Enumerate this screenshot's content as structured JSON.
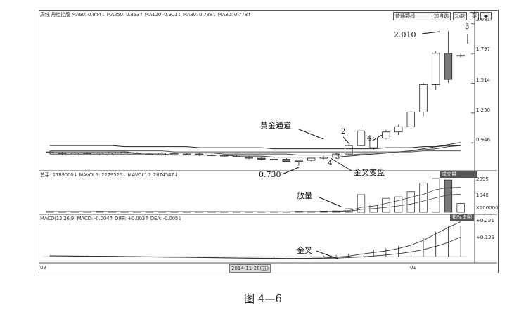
{
  "caption": "图 4—6",
  "toolbar": {
    "period_select": "普通颗线",
    "btn_overlay": "加自选",
    "btn_func": "功能",
    "btn_menu": "菜"
  },
  "price_panel": {
    "header": "周线 丹桂控股 MA60: 0.844↓ MA250: 0.853↑ MA120: 0.901↓ MA80: 0.788↓ MA30: 0.778↑",
    "y_ticks": [
      "2.081",
      "1.797",
      "1.514",
      "1.230",
      "0.946"
    ]
  },
  "volume_panel": {
    "header": "总手: 1789000↓ MAVOL5: 2279526↓ MAVOL10: 2874547↓",
    "tab": "成交量",
    "y_ticks": [
      "2095",
      "1048"
    ],
    "unit": "X100000"
  },
  "macd_panel": {
    "header": "MACD(12,26,9) MACD: -0.004↑ DIFF: +0.002↑ DEA: -0.005↓",
    "tab": "指标说明",
    "y_ticks": [
      "+0.221",
      "+0.129"
    ]
  },
  "x_axis": {
    "left_label": "09",
    "date_label": "2014-11-28(五)",
    "right_label": "01"
  },
  "annotations": {
    "golden_channel": "黄金通道",
    "low_price": "0.730",
    "golden_cross_turn": "金叉变盘",
    "volume_up": "放量",
    "golden_cross": "金叉",
    "high_price": "2.010",
    "n2": "2",
    "n3": "3",
    "n4a": "4",
    "n4b": "4",
    "n5": "5"
  },
  "colors": {
    "ink": "#222222",
    "candle_fill": "#777777",
    "grid": "#bbbbbb"
  },
  "chart_data": [
    {
      "type": "candlestick",
      "title": "",
      "ylim": [
        0.7,
        2.12
      ],
      "ohlc": [
        [
          0.86,
          0.87,
          0.84,
          0.85
        ],
        [
          0.85,
          0.86,
          0.83,
          0.84
        ],
        [
          0.84,
          0.86,
          0.83,
          0.85
        ],
        [
          0.85,
          0.86,
          0.84,
          0.84
        ],
        [
          0.84,
          0.85,
          0.83,
          0.85
        ],
        [
          0.85,
          0.86,
          0.84,
          0.86
        ],
        [
          0.86,
          0.87,
          0.85,
          0.85
        ],
        [
          0.85,
          0.86,
          0.84,
          0.84
        ],
        [
          0.84,
          0.85,
          0.83,
          0.83
        ],
        [
          0.83,
          0.86,
          0.82,
          0.85
        ],
        [
          0.85,
          0.86,
          0.84,
          0.84
        ],
        [
          0.84,
          0.85,
          0.83,
          0.84
        ],
        [
          0.84,
          0.85,
          0.82,
          0.83
        ],
        [
          0.83,
          0.84,
          0.82,
          0.83
        ],
        [
          0.83,
          0.84,
          0.81,
          0.82
        ],
        [
          0.82,
          0.83,
          0.81,
          0.81
        ],
        [
          0.81,
          0.82,
          0.79,
          0.8
        ],
        [
          0.8,
          0.81,
          0.78,
          0.79
        ],
        [
          0.79,
          0.8,
          0.77,
          0.79
        ],
        [
          0.79,
          0.8,
          0.76,
          0.77
        ],
        [
          0.77,
          0.78,
          0.73,
          0.78
        ],
        [
          0.78,
          0.8,
          0.77,
          0.8
        ],
        [
          0.8,
          0.82,
          0.79,
          0.81
        ],
        [
          0.81,
          0.85,
          0.8,
          0.84
        ],
        [
          0.84,
          0.93,
          0.83,
          0.92
        ],
        [
          0.92,
          1.08,
          0.9,
          1.06
        ],
        [
          0.9,
          1.0,
          0.88,
          0.99
        ],
        [
          0.99,
          1.07,
          0.98,
          1.05
        ],
        [
          1.05,
          1.12,
          1.02,
          1.1
        ],
        [
          1.1,
          1.25,
          1.08,
          1.24
        ],
        [
          1.24,
          1.52,
          1.2,
          1.5
        ],
        [
          1.5,
          1.82,
          1.45,
          1.8
        ],
        [
          1.8,
          2.01,
          1.52,
          1.55
        ],
        [
          1.78,
          1.8,
          1.76,
          1.78
        ]
      ],
      "ma_lines": {
        "MA30": [
          0.84,
          0.84,
          0.84,
          0.84,
          0.84,
          0.84,
          0.84,
          0.84,
          0.84,
          0.84,
          0.83,
          0.83,
          0.83,
          0.83,
          0.83,
          0.82,
          0.82,
          0.82,
          0.81,
          0.81,
          0.81,
          0.81,
          0.81,
          0.81,
          0.82,
          0.83,
          0.84,
          0.85,
          0.86,
          0.87,
          0.89,
          0.91,
          0.93,
          0.95
        ],
        "MA60": [
          0.86,
          0.86,
          0.86,
          0.86,
          0.86,
          0.86,
          0.86,
          0.85,
          0.85,
          0.85,
          0.85,
          0.85,
          0.85,
          0.85,
          0.84,
          0.84,
          0.84,
          0.84,
          0.84,
          0.84,
          0.83,
          0.83,
          0.83,
          0.83,
          0.83,
          0.84,
          0.84,
          0.85,
          0.86,
          0.87,
          0.88,
          0.89,
          0.91,
          0.92
        ],
        "MA120": [
          0.92,
          0.92,
          0.92,
          0.92,
          0.92,
          0.92,
          0.91,
          0.91,
          0.91,
          0.91,
          0.91,
          0.91,
          0.9,
          0.9,
          0.9,
          0.9,
          0.9,
          0.9,
          0.89,
          0.89,
          0.89,
          0.89,
          0.89,
          0.89,
          0.89,
          0.89,
          0.89,
          0.9,
          0.9,
          0.9,
          0.91,
          0.91,
          0.92,
          0.92
        ],
        "MA250": [
          0.87,
          0.87,
          0.87,
          0.87,
          0.87,
          0.87,
          0.87,
          0.87,
          0.87,
          0.87,
          0.86,
          0.86,
          0.86,
          0.86,
          0.86,
          0.86,
          0.86,
          0.86,
          0.86,
          0.86,
          0.86,
          0.86,
          0.86,
          0.86,
          0.86,
          0.86,
          0.86,
          0.86,
          0.86,
          0.86,
          0.87,
          0.87,
          0.87,
          0.87
        ]
      }
    },
    {
      "type": "bar",
      "title": "",
      "unit": "X100000",
      "ylim": [
        0,
        2300
      ],
      "values": [
        60,
        50,
        40,
        40,
        70,
        60,
        50,
        40,
        50,
        40,
        40,
        30,
        40,
        40,
        30,
        40,
        30,
        30,
        40,
        30,
        70,
        60,
        80,
        90,
        240,
        1200,
        500,
        950,
        1050,
        1400,
        2000,
        2300,
        2200,
        600
      ],
      "ma_lines": {
        "MAVOL5": [
          55,
          55,
          55,
          55,
          55,
          55,
          55,
          55,
          50,
          48,
          45,
          42,
          40,
          40,
          40,
          38,
          36,
          34,
          34,
          34,
          40,
          45,
          55,
          65,
          110,
          330,
          420,
          600,
          790,
          1020,
          1220,
          1540,
          1670,
          1700
        ],
        "MAVOL10": [
          55,
          55,
          55,
          55,
          55,
          55,
          55,
          55,
          52,
          50,
          50,
          48,
          46,
          45,
          43,
          42,
          40,
          38,
          37,
          37,
          38,
          40,
          45,
          50,
          70,
          190,
          250,
          330,
          430,
          560,
          760,
          980,
          1180,
          1230
        ]
      }
    },
    {
      "type": "line",
      "title": "",
      "ylim": [
        -0.03,
        0.23
      ],
      "series": [
        {
          "name": "DIFF",
          "values": [
            0.005,
            0.004,
            0.003,
            0.002,
            0.002,
            0.001,
            0.0,
            -0.001,
            -0.002,
            -0.003,
            -0.004,
            -0.005,
            -0.006,
            -0.007,
            -0.008,
            -0.009,
            -0.01,
            -0.011,
            -0.012,
            -0.012,
            -0.011,
            -0.01,
            -0.008,
            -0.004,
            0.003,
            0.015,
            0.025,
            0.035,
            0.05,
            0.07,
            0.1,
            0.14,
            0.18,
            0.215
          ]
        },
        {
          "name": "DEA",
          "values": [
            0.004,
            0.004,
            0.003,
            0.003,
            0.002,
            0.002,
            0.001,
            0.0,
            -0.001,
            -0.002,
            -0.003,
            -0.004,
            -0.005,
            -0.006,
            -0.007,
            -0.008,
            -0.009,
            -0.01,
            -0.01,
            -0.011,
            -0.011,
            -0.011,
            -0.01,
            -0.009,
            -0.006,
            -0.002,
            0.004,
            0.01,
            0.018,
            0.029,
            0.043,
            0.063,
            0.087,
            0.12
          ]
        }
      ],
      "bars": [
        0.002,
        0.0,
        0.0,
        -0.002,
        0.0,
        -0.002,
        -0.002,
        -0.002,
        -0.002,
        -0.002,
        -0.002,
        -0.002,
        -0.002,
        -0.002,
        -0.002,
        -0.002,
        -0.002,
        -0.002,
        -0.004,
        -0.002,
        0.0,
        0.002,
        0.004,
        0.01,
        0.018,
        0.034,
        0.042,
        0.05,
        0.064,
        0.082,
        0.114,
        0.154,
        0.186,
        0.19
      ]
    }
  ]
}
